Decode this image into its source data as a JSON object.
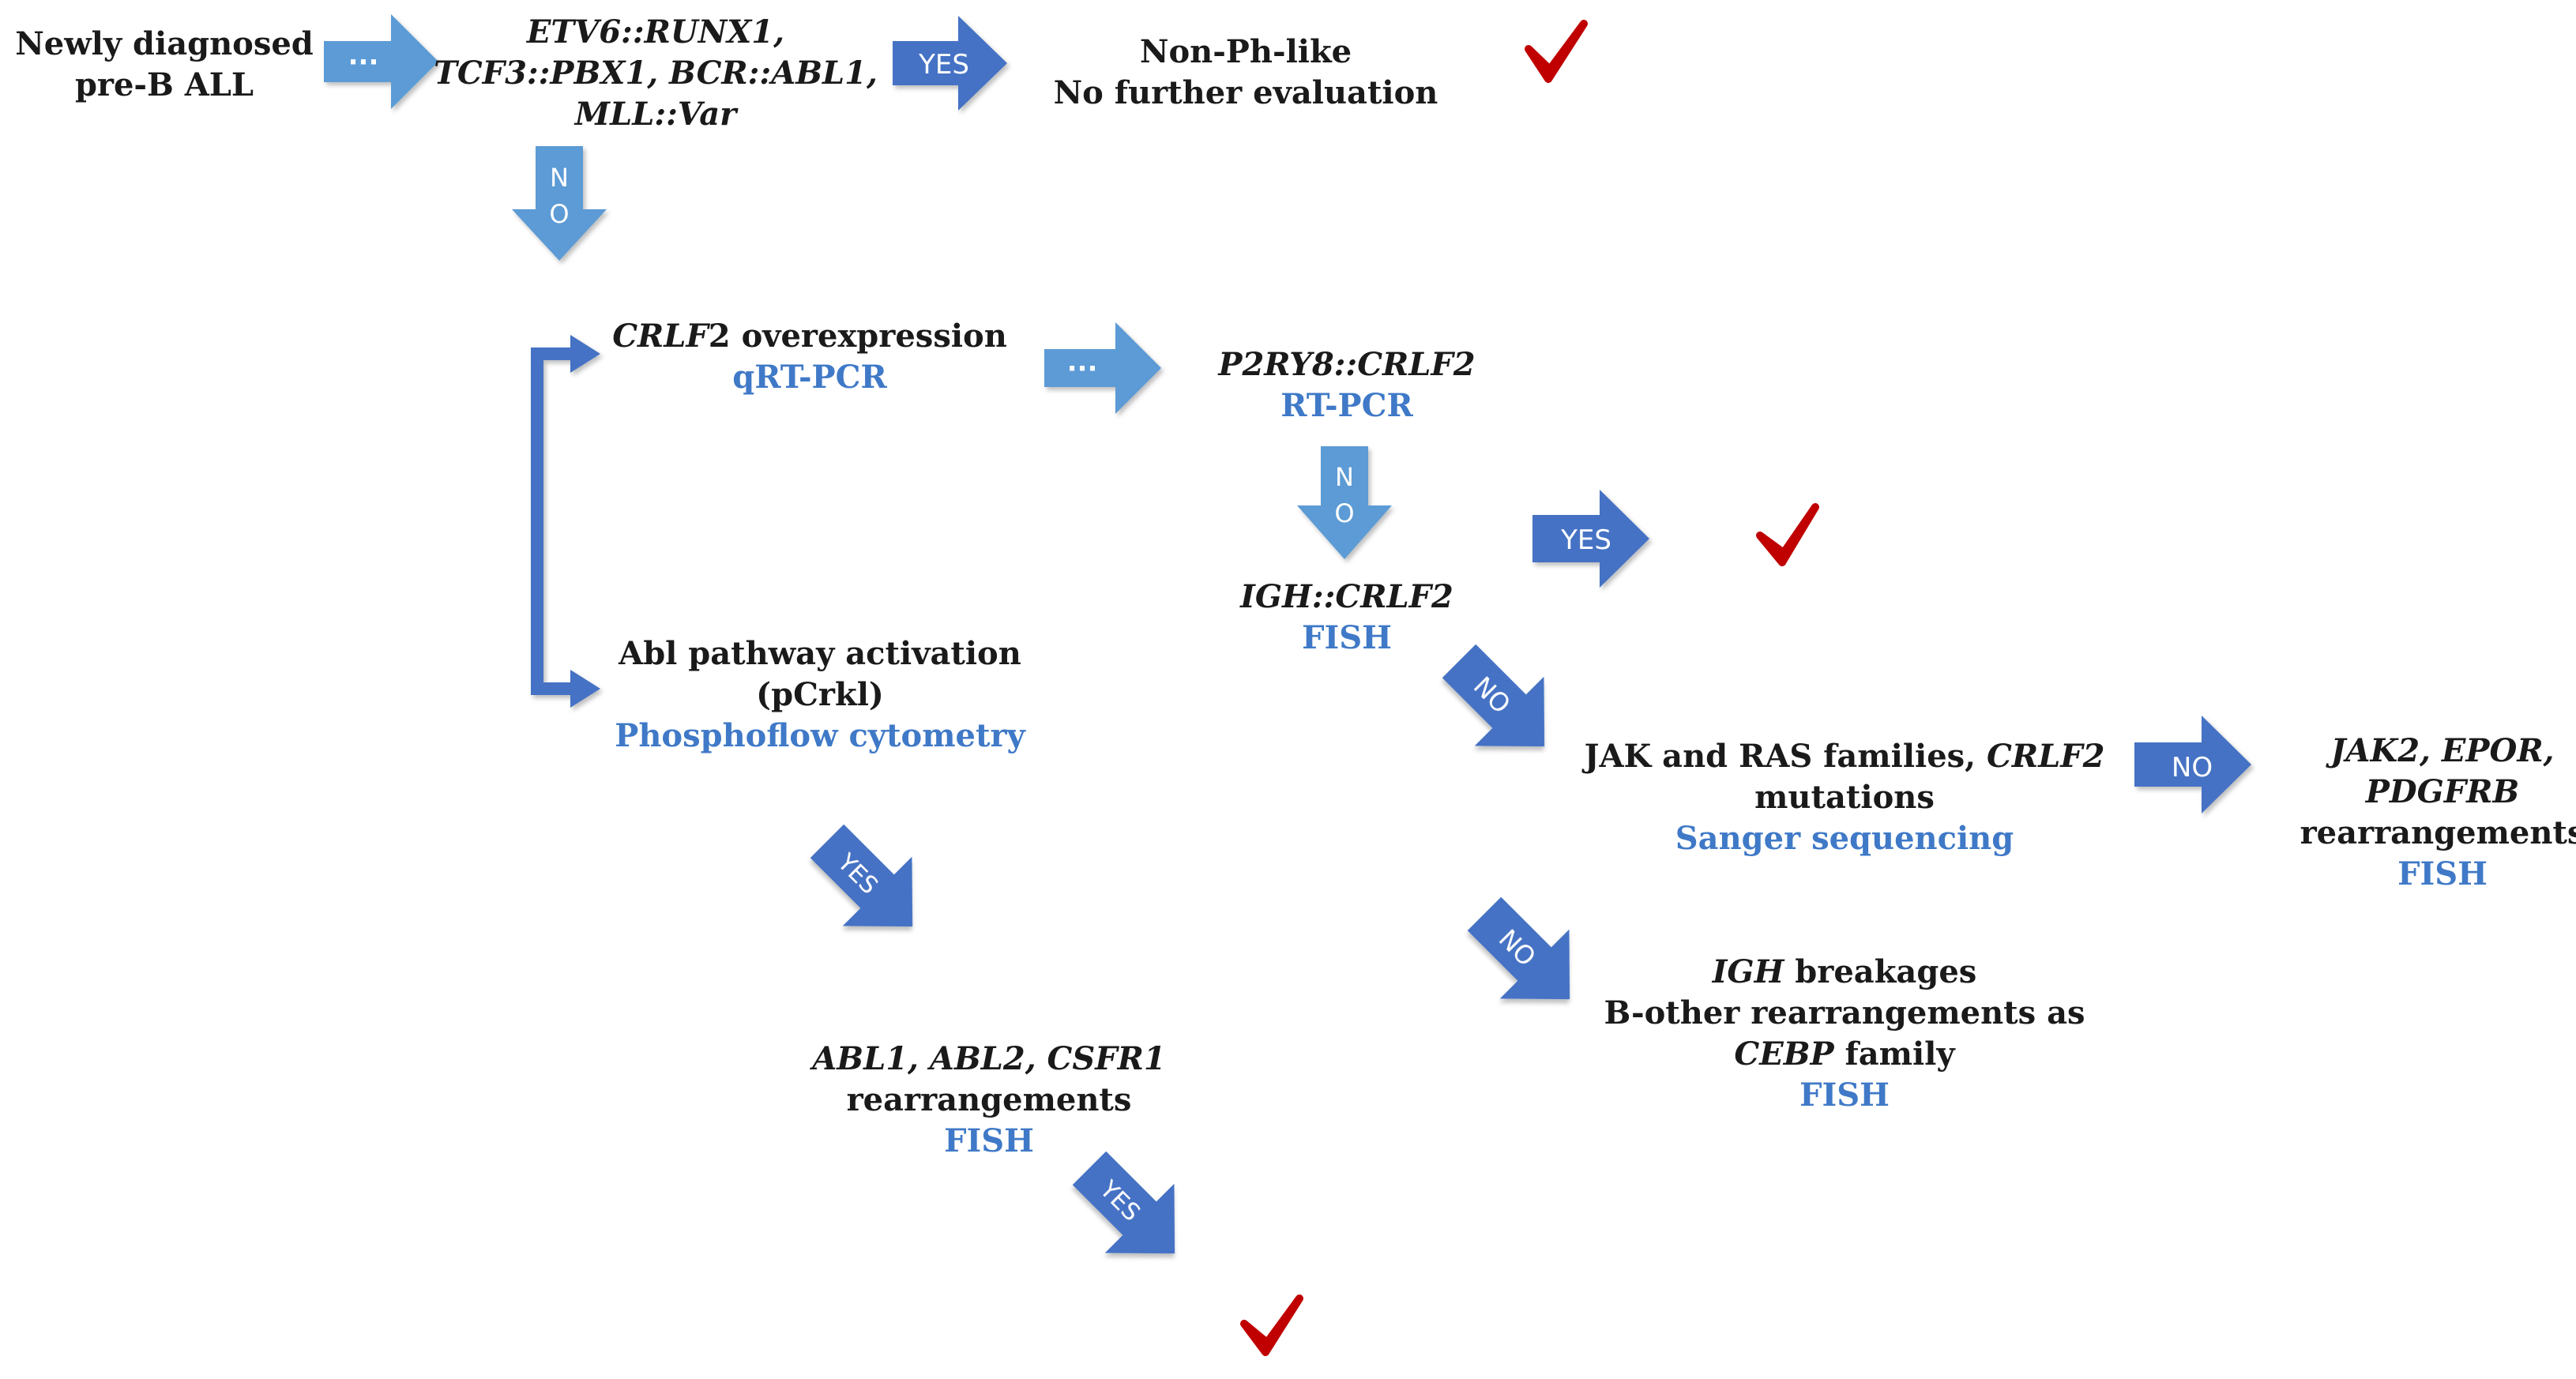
{
  "colors": {
    "arrow_fill": "#4472c4",
    "arrow_light_fill": "#5b9bd5",
    "arrow_label": "#ffffff",
    "method_text": "#3f79c7",
    "body_text": "#1a1a1a",
    "check": "#c00000"
  },
  "nodes": {
    "start": {
      "line1": "Newly diagnosed",
      "line2": "pre-B ALL"
    },
    "fusions": {
      "line1": "ETV6::RUNX1,",
      "line2": "TCF3::PBX1, BCR::ABL1,",
      "line3": "MLL::Var"
    },
    "non_ph": {
      "line1": "Non-Ph-like",
      "line2": "No further evaluation"
    },
    "crlf2": {
      "gene": "CRLF",
      "suffix": "2 overexpression",
      "method": "qRT-PCR"
    },
    "p2ry8": {
      "gene": "P2RY8::CRLF2",
      "method": "RT-PCR"
    },
    "igh_crlf2": {
      "gene": "IGH::CRLF2",
      "method": "FISH"
    },
    "abl_pathway": {
      "line1": "Abl pathway activation",
      "line2": "(pCrkl)",
      "method": "Phosphoflow cytometry"
    },
    "jak_ras": {
      "pre": "JAK and RAS families, ",
      "gene": "CRLF2",
      "line2": "mutations",
      "method": "Sanger sequencing"
    },
    "jak2": {
      "line1": "JAK2, EPOR,",
      "line2": "PDGFRB",
      "line3": "rearrangements",
      "method": "FISH"
    },
    "igh_break": {
      "gene": "IGH",
      "suffix": " breakages",
      "line2": "B-other rearrangements as",
      "gene3": "CEBP",
      "suffix3": " family",
      "method": "FISH"
    },
    "abl1": {
      "line1": "ABL1, ABL2, CSFR1",
      "line2": "rearrangements",
      "method": "FISH"
    }
  },
  "arrows": {
    "ellipsis": "···",
    "yes": "YES",
    "no": "NO",
    "no_vertical": [
      "N",
      "O"
    ]
  },
  "icons": {
    "check": "checkmark-icon",
    "arrow": "block-arrow-icon"
  }
}
